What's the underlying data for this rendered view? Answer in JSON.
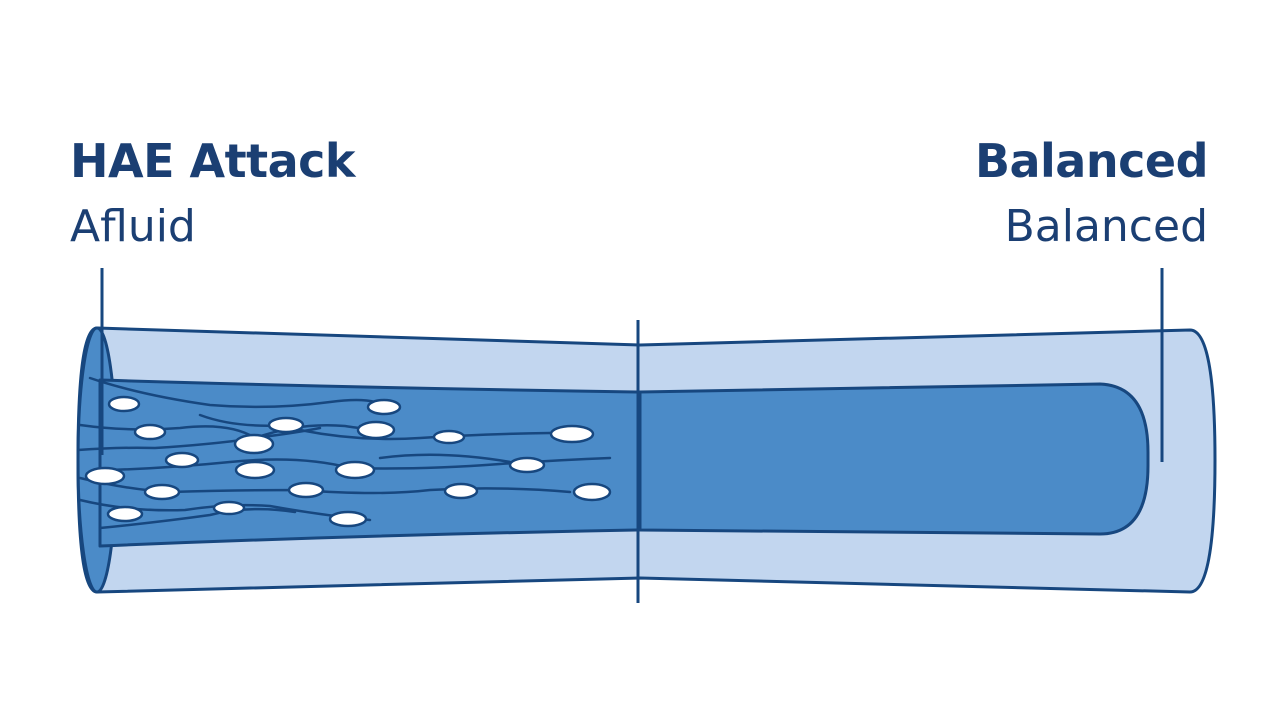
{
  "left": {
    "title": "HAE Attack",
    "subtitle": "Afluid"
  },
  "right": {
    "title": "Balanced",
    "subtitle": "Balanced"
  },
  "colors": {
    "text": "#1b3f73",
    "outline": "#17477f",
    "vessel_wall": "#c2d6ef",
    "lumen": "#4b8bc8",
    "vesicle": "#ffffff",
    "background": "#ffffff"
  }
}
